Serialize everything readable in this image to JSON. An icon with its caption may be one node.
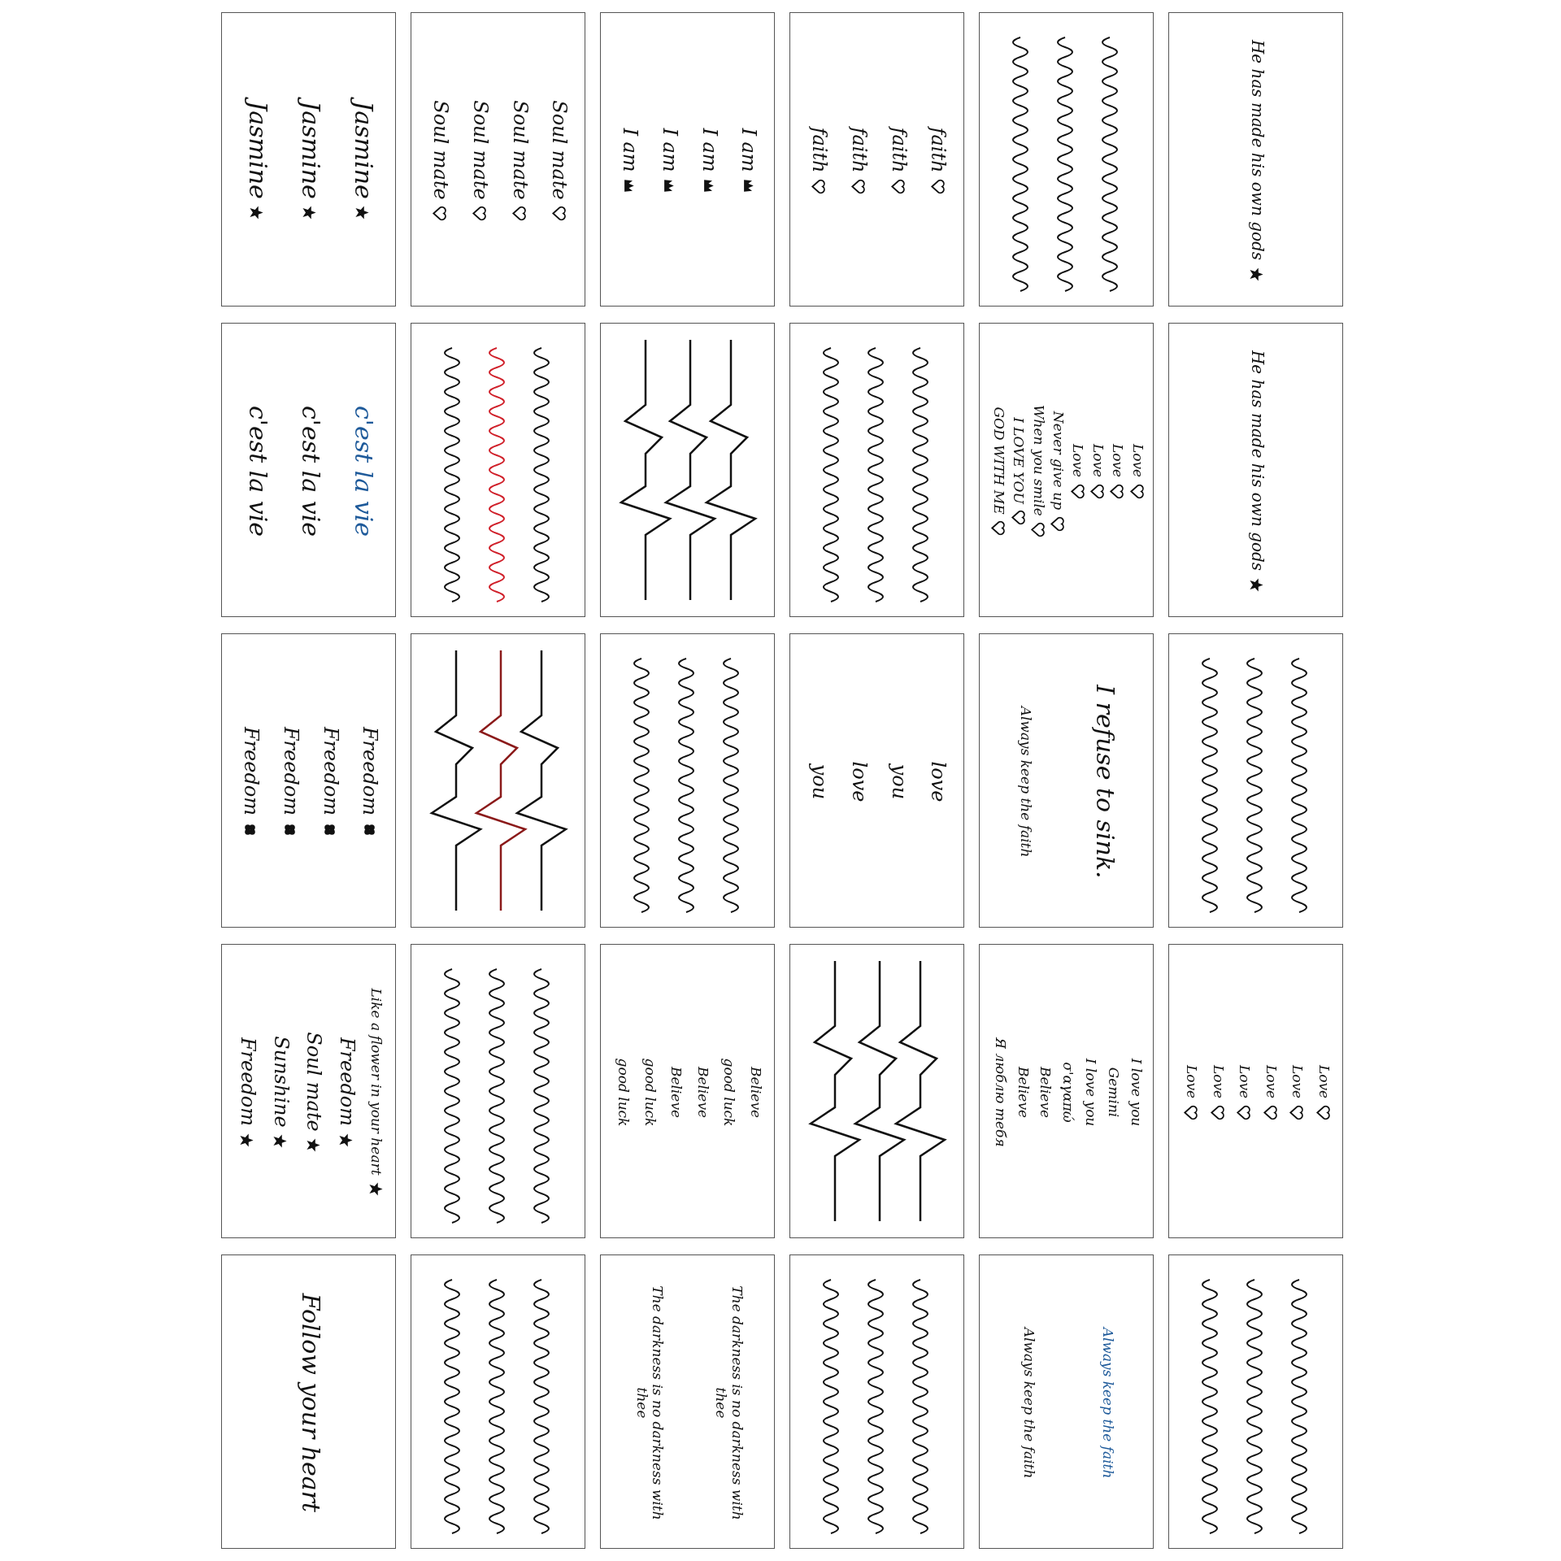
{
  "diagram": {
    "nodes": [
      {
        "text": [
          "Jasmine",
          "Jasmine",
          "Jasmine"
        ]
      },
      {
        "text": [
          "Soul mate",
          "Soul mate",
          "Soul mate",
          "Soul mate"
        ]
      },
      {
        "text": [
          "I am",
          "I am",
          "I am",
          "I am"
        ]
      },
      {
        "text": [
          "faith",
          "faith",
          "faith",
          "faith"
        ]
      },
      {
        "text": [],
        "shape": "picture"
      },
      {
        "text": [
          "He has made his own gods"
        ]
      },
      {
        "text": [
          "c'est la vie",
          "c'est la vie",
          "c'est la vie"
        ]
      },
      {
        "text": [],
        "shape": "picture"
      },
      {
        "text": [],
        "shape": "picture"
      },
      {
        "text": [],
        "shape": "picture"
      },
      {
        "text": [
          "Love",
          "Love",
          "Love",
          "Love",
          "Never give up",
          "When you smile",
          "I LOVE YOU",
          "GOD WITH ME"
        ]
      },
      {
        "text": [
          "He has made his own gods"
        ]
      },
      {
        "text": [
          "Freedom",
          "Freedom",
          "Freedom",
          "Freedom"
        ]
      },
      {
        "text": [],
        "shape": "picture"
      },
      {
        "text": [],
        "shape": "picture"
      },
      {
        "text": [
          "love",
          "you",
          "love",
          "you"
        ]
      },
      {
        "text": [
          "I refuse to sink.",
          "Always keep the faith"
        ]
      },
      {
        "text": [],
        "shape": "picture"
      },
      {
        "text": [
          "Like a flower in your heart",
          "Freedom",
          "Soul mate",
          "Sunshine",
          "Freedom"
        ]
      },
      {
        "text": [],
        "shape": "picture"
      },
      {
        "text": [
          "Believe",
          "good luck",
          "Believe",
          "Believe",
          "good luck",
          "good luck"
        ]
      },
      {
        "text": [],
        "shape": "picture"
      },
      {
        "text": [
          "I love you",
          "Gemini",
          "I love you",
          "σ'αγαπώ",
          "Believe",
          "Believe",
          "Я люблю тебя"
        ]
      },
      {
        "text": [
          "Love",
          "Love",
          "Love",
          "Love",
          "Love",
          "Love"
        ]
      },
      {
        "text": [
          "Follow your heart"
        ]
      },
      {
        "text": [],
        "shape": "picture"
      },
      {
        "text": [
          "The darkness is no darkness with thee",
          "The darkness is no darkness with thee"
        ]
      },
      {
        "text": [],
        "shape": "picture"
      },
      {
        "text": [
          "Always keep the faith",
          "Always keep the faith"
        ]
      },
      {
        "text": [],
        "shape": "picture"
      }
    ]
  }
}
